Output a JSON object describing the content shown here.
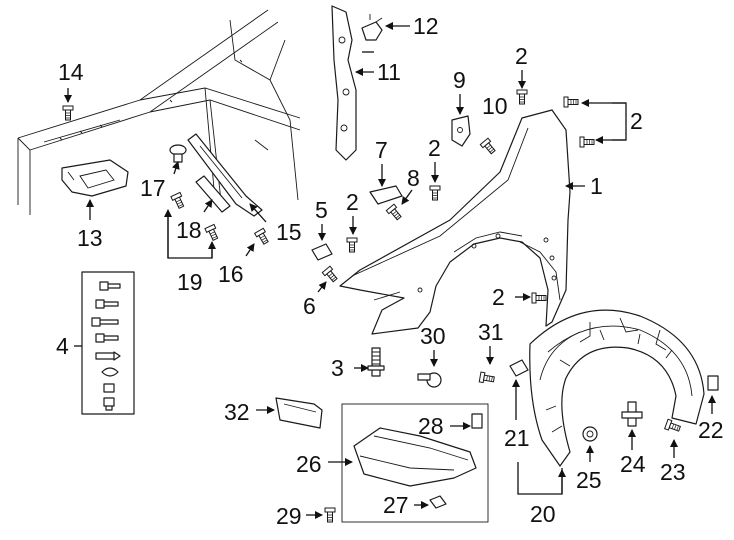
{
  "diagram": {
    "callouts": {
      "c1": "1",
      "c2a": "2",
      "c2b": "2",
      "c2c": "2",
      "c2d": "2",
      "c2e": "2",
      "c3": "3",
      "c4": "4",
      "c5": "5",
      "c6": "6",
      "c7": "7",
      "c8": "8",
      "c9": "9",
      "c10": "10",
      "c11": "11",
      "c12": "12",
      "c13": "13",
      "c14": "14",
      "c15": "15",
      "c16": "16",
      "c17": "17",
      "c18": "18",
      "c19": "19",
      "c20": "20",
      "c21": "21",
      "c22": "22",
      "c23": "23",
      "c24": "24",
      "c25": "25",
      "c26": "26",
      "c27": "27",
      "c28": "28",
      "c29": "29",
      "c30": "30",
      "c31": "31",
      "c32": "32"
    }
  }
}
